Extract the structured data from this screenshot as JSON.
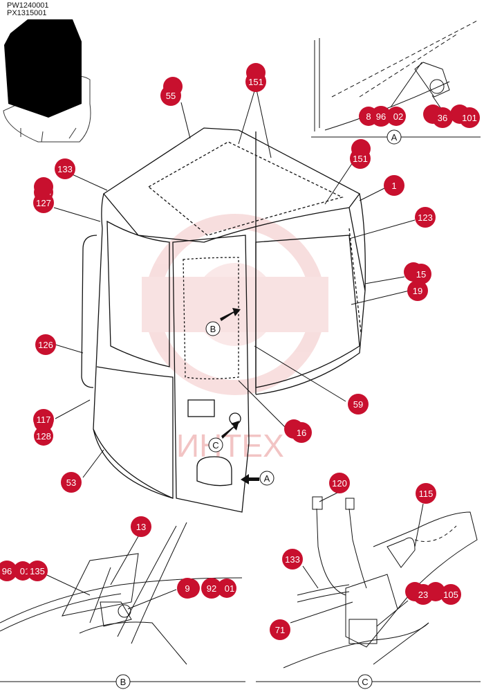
{
  "document": {
    "model_codes": [
      "PW1240001",
      "PX1315001"
    ],
    "watermark_text": "ИНТЕХ"
  },
  "callouts": [
    {
      "id": "c-55",
      "label": "55"
    },
    {
      "id": "c-151a",
      "label": "151"
    },
    {
      "id": "c-151b",
      "label": "151"
    },
    {
      "id": "c-133a",
      "label": "133"
    },
    {
      "id": "c-127",
      "label": "127"
    },
    {
      "id": "c-1",
      "label": "1"
    },
    {
      "id": "c-123",
      "label": "123"
    },
    {
      "id": "c-15",
      "label": "15"
    },
    {
      "id": "c-19",
      "label": "19"
    },
    {
      "id": "c-126",
      "label": "126"
    },
    {
      "id": "c-59",
      "label": "59"
    },
    {
      "id": "c-117",
      "label": "117"
    },
    {
      "id": "c-16",
      "label": "16"
    },
    {
      "id": "c-53",
      "label": "53"
    },
    {
      "id": "c-96a",
      "label": "96"
    },
    {
      "id": "c-36",
      "label": "36"
    },
    {
      "id": "c-101a",
      "label": "101"
    },
    {
      "id": "c-13",
      "label": "13"
    },
    {
      "id": "c-135",
      "label": "135"
    },
    {
      "id": "c-9",
      "label": "9"
    },
    {
      "id": "c-92",
      "label": "92"
    },
    {
      "id": "c-120",
      "label": "120"
    },
    {
      "id": "c-115",
      "label": "115"
    },
    {
      "id": "c-133b",
      "label": "133"
    },
    {
      "id": "c-23",
      "label": "23"
    },
    {
      "id": "c-105",
      "label": "105"
    },
    {
      "id": "c-71",
      "label": "71"
    },
    {
      "id": "c-96b",
      "label": "96"
    }
  ],
  "partial_callouts": [
    {
      "id": "p-128a",
      "label": "128"
    },
    {
      "id": "p-128b",
      "label": "128"
    },
    {
      "id": "p-8",
      "label": "8"
    },
    {
      "id": "p-102",
      "label": "02"
    },
    {
      "id": "p-01a",
      "label": "01"
    },
    {
      "id": "p-01b",
      "label": "01"
    }
  ],
  "view_markers": [
    {
      "id": "v-A-main",
      "label": "A"
    },
    {
      "id": "v-B-main",
      "label": "B"
    },
    {
      "id": "v-C-main",
      "label": "C"
    },
    {
      "id": "v-A-detail",
      "label": "A"
    },
    {
      "id": "v-B-detail",
      "label": "B"
    },
    {
      "id": "v-C-detail",
      "label": "C"
    }
  ],
  "colors": {
    "callout_fill": "#c8102e",
    "callout_text": "#ffffff",
    "line": "#111111",
    "thumb_fill": "#000000",
    "watermark": "#f2c4c4"
  }
}
